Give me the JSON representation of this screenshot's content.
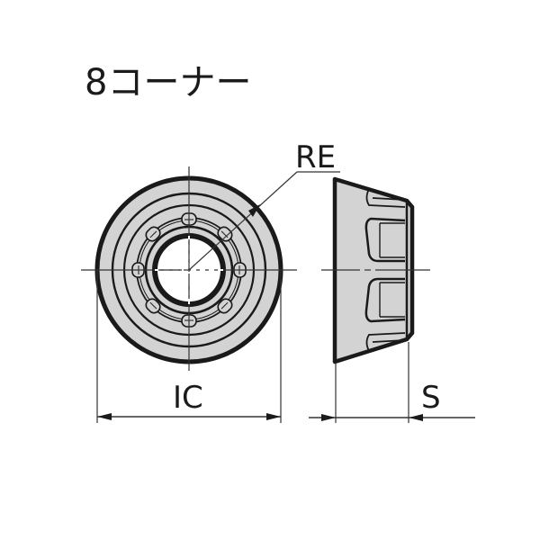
{
  "title": "8コーナー",
  "labels": {
    "corner_radius": "RE",
    "inscribed_circle": "IC",
    "thickness": "S"
  },
  "views": {
    "top_view": "insert-top-view",
    "side_view": "insert-side-view"
  },
  "colors": {
    "fill": "#d3d3d3",
    "outline": "#1a1a1a",
    "line": "#333333",
    "background": "#ffffff"
  },
  "corner_count": 8
}
